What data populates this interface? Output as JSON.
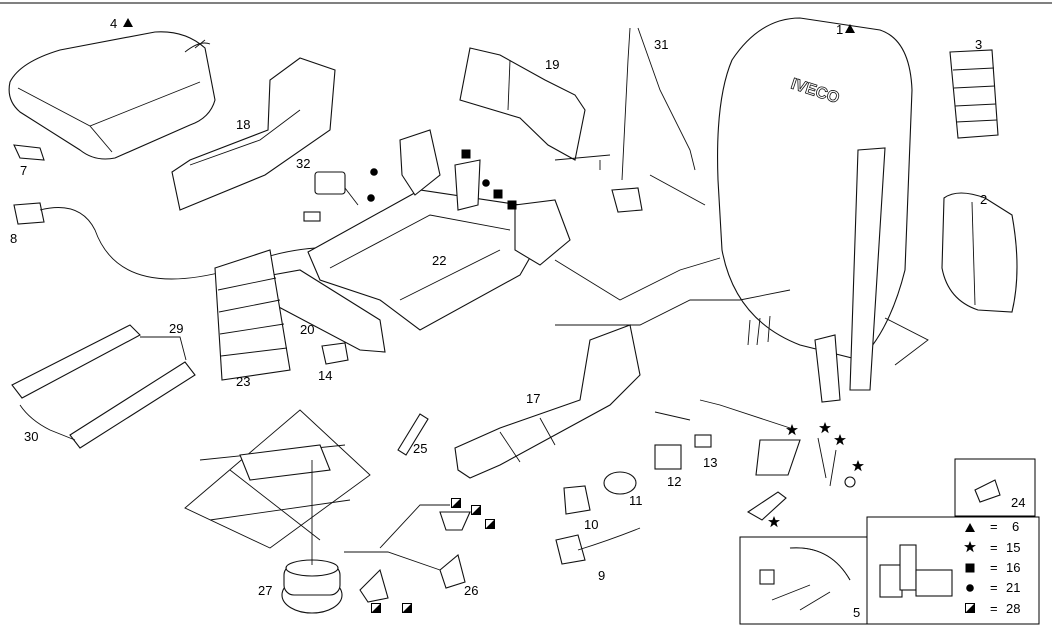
{
  "diagram": {
    "brand_text": "IVECO",
    "callouts": {
      "c1": "1",
      "c2": "2",
      "c3": "3",
      "c4": "4",
      "c5": "5",
      "c7": "7",
      "c8": "8",
      "c9": "9",
      "c10": "10",
      "c11": "11",
      "c12": "12",
      "c13": "13",
      "c14": "14",
      "c17": "17",
      "c18": "18",
      "c19": "19",
      "c20": "20",
      "c22": "22",
      "c23": "23",
      "c24": "24",
      "c25": "25",
      "c26": "26",
      "c27": "27",
      "c29": "29",
      "c30": "30",
      "c31": "31",
      "c32": "32"
    }
  },
  "legend": {
    "eq": "=",
    "items": [
      {
        "symbol": "triangle",
        "value": "6"
      },
      {
        "symbol": "star",
        "value": "15"
      },
      {
        "symbol": "square",
        "value": "16"
      },
      {
        "symbol": "circle",
        "value": "21"
      },
      {
        "symbol": "half-square",
        "value": "28"
      }
    ]
  }
}
